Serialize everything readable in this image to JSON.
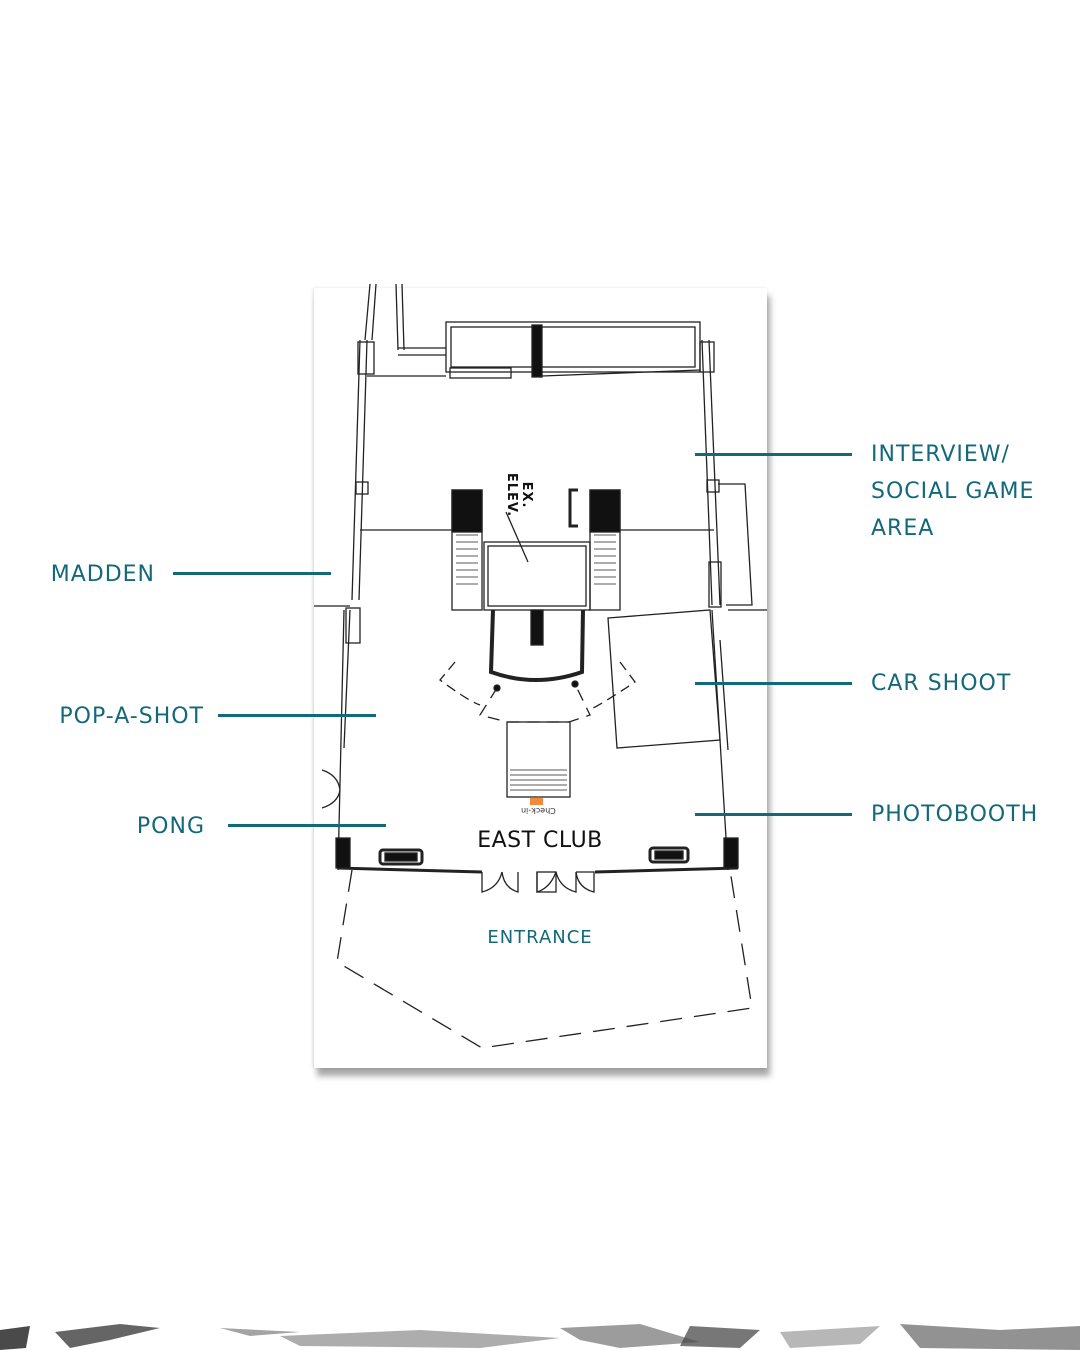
{
  "room": {
    "name": "EAST CLUB",
    "entrance_label": "ENTRANCE",
    "elevator_label": "EX. ELEV.",
    "checkin_label": "Check-in"
  },
  "zones_right": [
    {
      "id": "interview",
      "lines": [
        "INTERVIEW/",
        "SOCIAL GAME",
        "AREA"
      ]
    },
    {
      "id": "car-shoot",
      "lines": [
        "CAR SHOOT"
      ]
    },
    {
      "id": "photobooth",
      "lines": [
        "PHOTOBOOTH"
      ]
    }
  ],
  "zones_left": [
    {
      "id": "madden",
      "label": "MADDEN"
    },
    {
      "id": "pop-a-shot",
      "label": "POP-A-SHOT"
    },
    {
      "id": "pong",
      "label": "PONG"
    }
  ],
  "colors": {
    "accent": "#13687a",
    "checkin": "#f08a3c",
    "ink": "#111111"
  }
}
